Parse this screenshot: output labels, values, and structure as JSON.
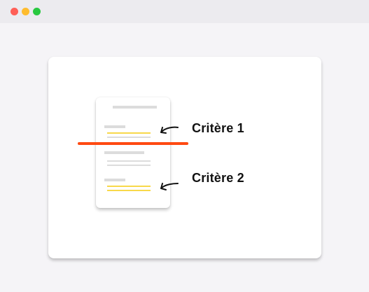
{
  "window": {
    "controls": [
      {
        "name": "close",
        "color": "#ff5f57"
      },
      {
        "name": "minimize",
        "color": "#febc2e"
      },
      {
        "name": "maximize",
        "color": "#28c840"
      }
    ]
  },
  "illustration": {
    "criteria": [
      {
        "label": "Critère 1",
        "icon": "curved-arrow-icon"
      },
      {
        "label": "Critère 2",
        "icon": "curved-arrow-icon"
      }
    ],
    "cut_line_color": "#ff4a12",
    "highlight_color": "#f8d84a",
    "placeholder_line_color": "#dcdcdc"
  }
}
